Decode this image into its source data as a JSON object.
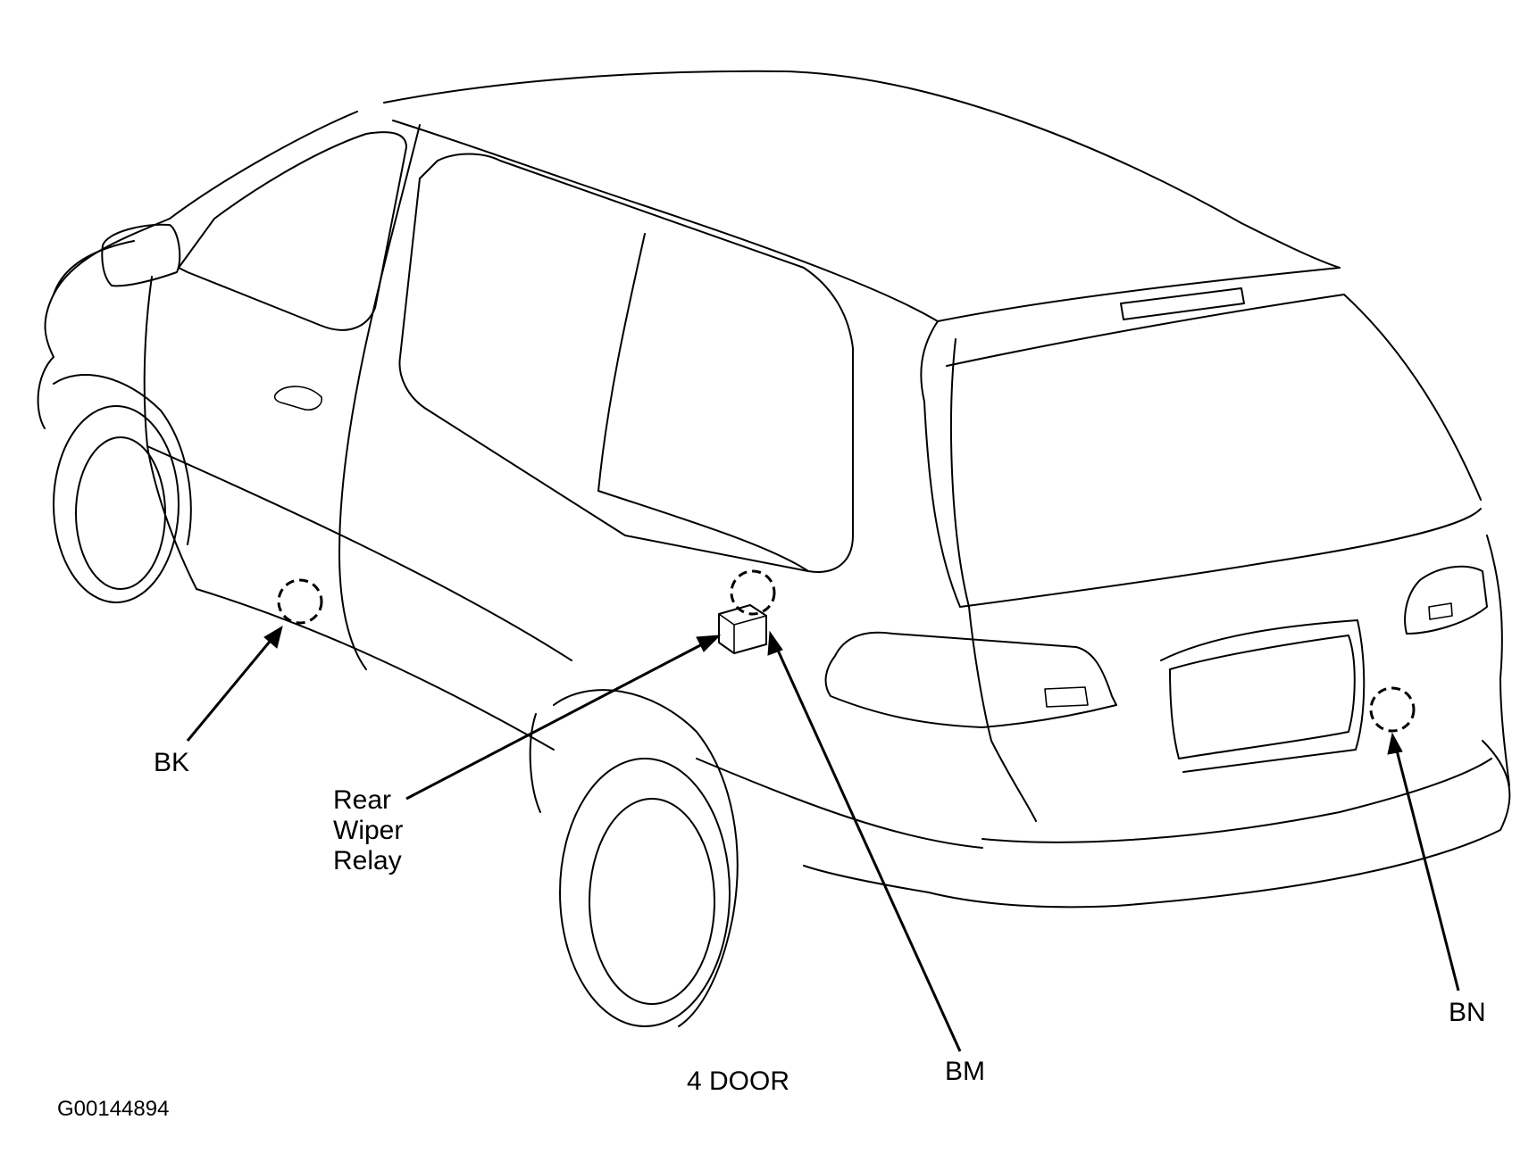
{
  "labels": {
    "bk": "BK",
    "rear_wiper_relay": [
      "Rear",
      "Wiper",
      "Relay"
    ],
    "bm": "BM",
    "bn": "BN",
    "door_variant": "4 DOOR",
    "figure_code": "G00144894"
  },
  "colors": {
    "line": "#000000",
    "background": "#ffffff"
  }
}
